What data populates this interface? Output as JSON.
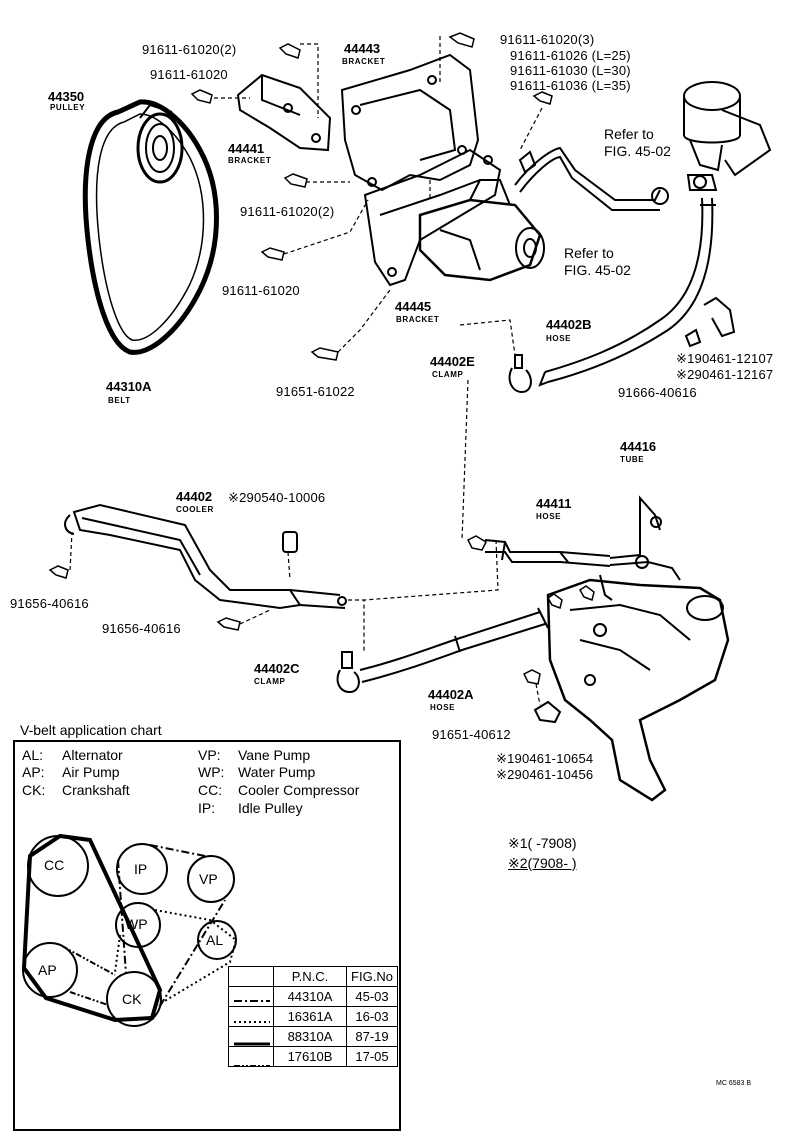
{
  "parts": {
    "p44350": {
      "num": "44350",
      "name": "PULLEY"
    },
    "p44310a": {
      "num": "44310A",
      "name": "BELT"
    },
    "p44443": {
      "num": "44443",
      "name": "BRACKET"
    },
    "p44441": {
      "num": "44441",
      "name": "BRACKET"
    },
    "p44445": {
      "num": "44445",
      "name": "BRACKET"
    },
    "p44402b": {
      "num": "44402B",
      "name": "HOSE"
    },
    "p44402e": {
      "num": "44402E",
      "name": "CLAMP"
    },
    "p44416": {
      "num": "44416",
      "name": "TUBE"
    },
    "p44411": {
      "num": "44411",
      "name": "HOSE"
    },
    "p44402": {
      "num": "44402",
      "suffix": "※290540-10006",
      "name": "COOLER"
    },
    "p44402c": {
      "num": "44402C",
      "name": "CLAMP"
    },
    "p44402a": {
      "num": "44402A",
      "name": "HOSE"
    }
  },
  "bolts": {
    "b1": "91611-61020(2)",
    "b2": "91611-61020",
    "b3": "91611-61020(3)",
    "b4": "91611-61026 (L=25)",
    "b5": "91611-61030 (L=30)",
    "b6": "91611-61036 (L=35)",
    "b7": "91611-61020(2)",
    "b8": "91611-61020",
    "b9": "91651-61022",
    "b10": "※190461-12107",
    "b11": "※290461-12167",
    "b12": "91666-40616",
    "b13": "91656-40616",
    "b14": "91656-40616",
    "b15": "91651-40612",
    "b16": "※190461-10654",
    "b17": "※290461-10456"
  },
  "refs": {
    "r1": [
      "Refer to",
      "FIG. 45-02"
    ],
    "r2": [
      "Refer to",
      "FIG. 45-02"
    ]
  },
  "notes": {
    "n1": "※1(        -7908)",
    "n2": "※2(7908-        )",
    "code": "MC  6583 B"
  },
  "chart": {
    "title": "V-belt application chart",
    "legend": [
      {
        "abbr": "AL:",
        "text": "Alternator"
      },
      {
        "abbr": "AP:",
        "text": "Air Pump"
      },
      {
        "abbr": "CK:",
        "text": "Crankshaft"
      },
      {
        "abbr": "VP:",
        "text": "Vane Pump"
      },
      {
        "abbr": "WP:",
        "text": "Water Pump"
      },
      {
        "abbr": "CC:",
        "text": "Cooler Compressor"
      },
      {
        "abbr": "IP:",
        "text": "Idle Pulley"
      }
    ],
    "pulleys": {
      "cc": "CC",
      "ip": "IP",
      "vp": "VP",
      "wp": "WP",
      "al": "AL",
      "ap": "AP",
      "ck": "CK"
    },
    "table": {
      "headers": [
        "P.N.C.",
        "FIG.No"
      ],
      "rows": [
        {
          "pnc": "44310A",
          "fig": "45-03"
        },
        {
          "pnc": "16361A",
          "fig": "16-03"
        },
        {
          "pnc": "88310A",
          "fig": "87-19"
        },
        {
          "pnc": "17610B",
          "fig": "17-05"
        }
      ]
    }
  }
}
